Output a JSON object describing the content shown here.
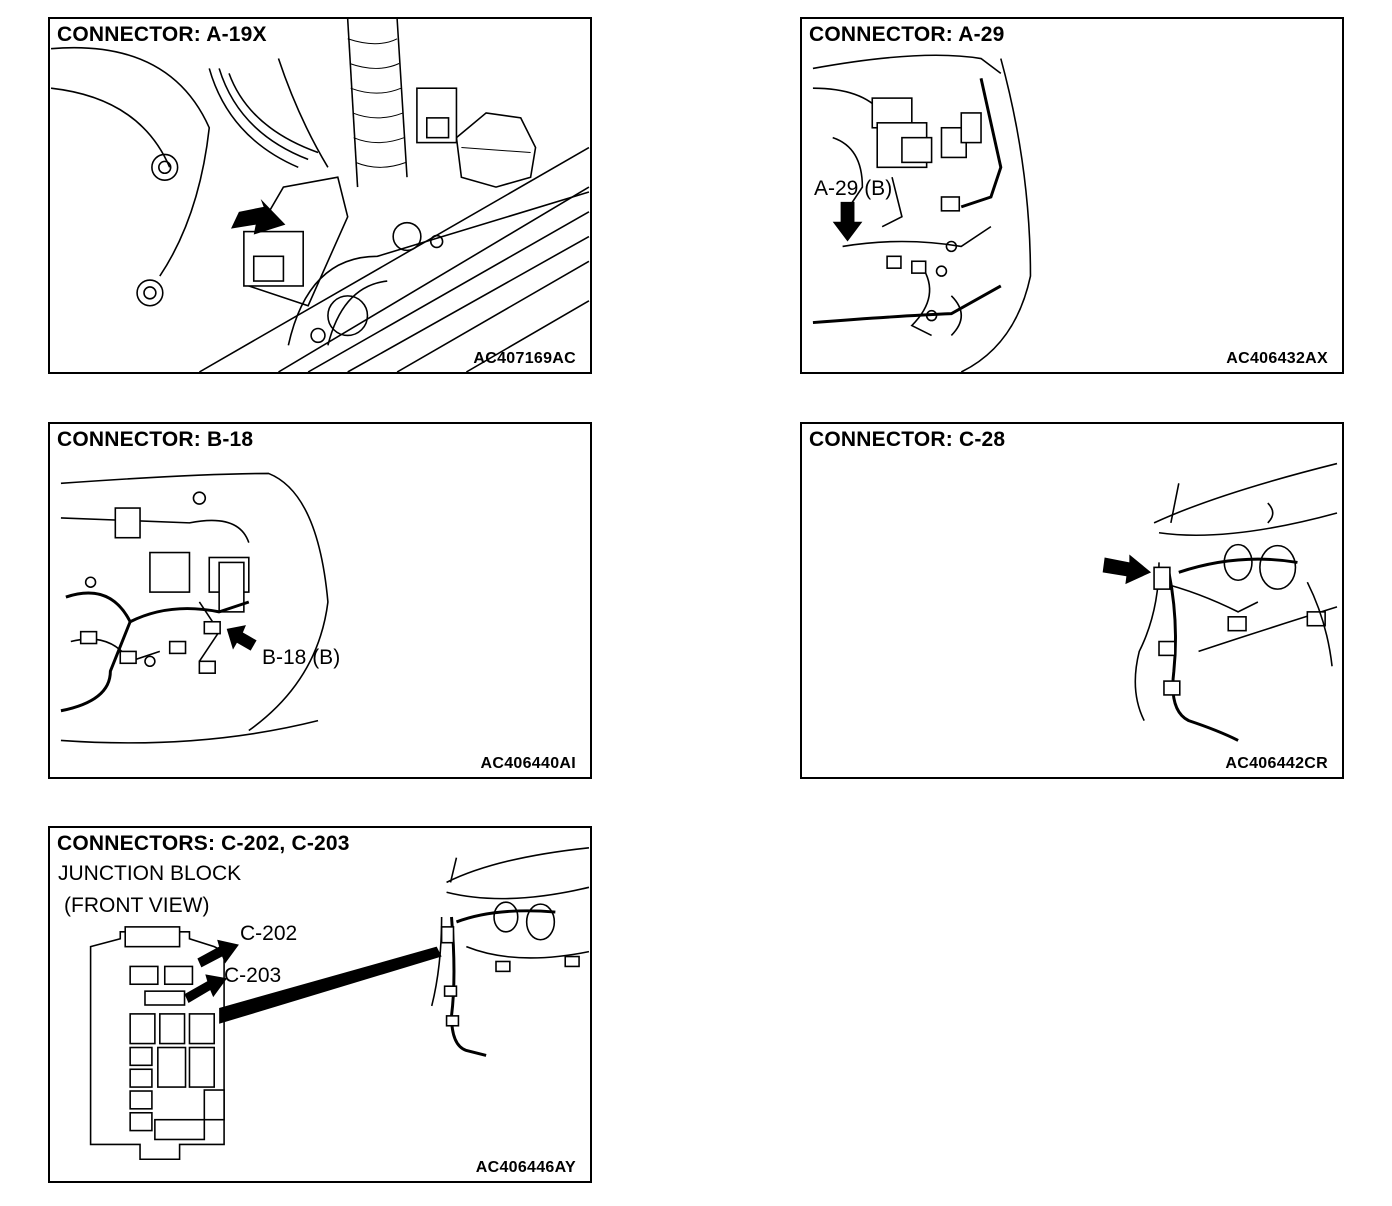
{
  "panels": [
    {
      "title": "CONNECTOR: A-19X",
      "code": "AC407169AC",
      "callout": ""
    },
    {
      "title": "CONNECTOR: A-29",
      "code": "AC406432AX",
      "callout": "A-29 (B)"
    },
    {
      "title": "CONNECTOR: B-18",
      "code": "AC406440AI",
      "callout": "B-18 (B)"
    },
    {
      "title": "CONNECTOR: C-28",
      "code": "AC406442CR",
      "callout": ""
    },
    {
      "title": "CONNECTORS: C-202, C-203",
      "code": "AC406446AY",
      "subtitle_line1": "JUNCTION BLOCK",
      "subtitle_line2": "(FRONT VIEW)",
      "callout_c202": "C-202",
      "callout_c203": "C-203"
    }
  ]
}
